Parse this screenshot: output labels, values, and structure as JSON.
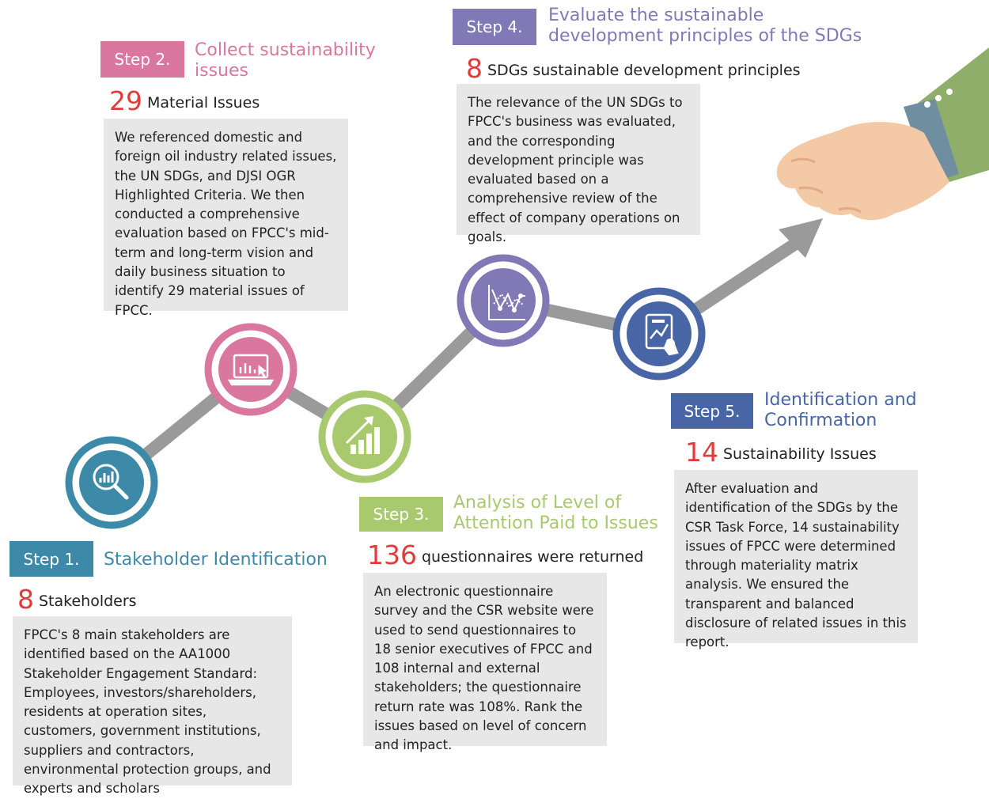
{
  "colors": {
    "step1": "#3d8aa8",
    "step2": "#d9779e",
    "step3": "#a9c96e",
    "step4": "#8079b6",
    "step5": "#4865a5",
    "number": "#e23b3b",
    "path": "#9a9a9a",
    "box": "#e7e7e7"
  },
  "icons": {
    "step1": "magnifier-chart-icon",
    "step2": "laptop-chart-icon",
    "step3": "growth-bar-chart-icon",
    "step4": "line-chart-icon",
    "step5": "tablet-chart-touch-icon",
    "hand": "pointing-hand-icon"
  },
  "steps": [
    {
      "badge": "Step 1.",
      "title": "Stakeholder Identification",
      "number": "8",
      "unit": "Stakeholders",
      "description": "FPCC's 8 main stakeholders are identified based on the AA1000 Stakeholder Engagement Standard: Employees, investors/shareholders, residents at operation sites, customers, government institutions, suppliers and contractors, environmental protection groups, and experts and scholars"
    },
    {
      "badge": "Step 2.",
      "title": "Collect sustainability issues",
      "number": "29",
      "unit": "Material Issues",
      "description": "We referenced domestic and foreign oil industry related issues, the UN SDGs, and DJSI OGR Highlighted Criteria. We then conducted a comprehensive evaluation based on FPCC's mid-term and long-term vision and daily business situation to identify 29 material issues of FPCC."
    },
    {
      "badge": "Step 3.",
      "title": "Analysis of Level of Attention Paid to Issues",
      "number": "136",
      "unit": "questionnaires were returned",
      "description": "An electronic questionnaire survey and the CSR website were used to send questionnaires to 18 senior executives of FPCC and 108 internal and external stakeholders; the questionnaire return rate was 108%. Rank the issues based on level of concern and impact."
    },
    {
      "badge": "Step 4.",
      "title": "Evaluate the sustainable development principles of the SDGs",
      "number": "8",
      "unit": "SDGs sustainable development principles",
      "description": "The relevance of the UN SDGs to FPCC's business was evaluated, and the corresponding development principle was evaluated based on a comprehensive review of the effect of company operations on goals."
    },
    {
      "badge": "Step 5.",
      "title": "Identification and Confirmation",
      "number": "14",
      "unit": "Sustainability Issues",
      "description": "After evaluation and identification of the SDGs by the CSR Task Force, 14 sustainability issues of FPCC were determined through materiality matrix analysis. We ensured the transparent and balanced disclosure of related issues in this report."
    }
  ]
}
